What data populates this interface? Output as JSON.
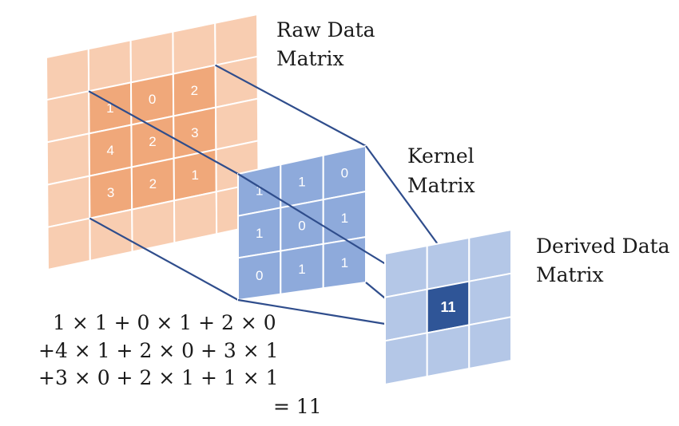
{
  "labels": {
    "raw_line1": "Raw Data",
    "raw_line2": "Matrix",
    "kernel_line1": "Kernel",
    "kernel_line2": "Matrix",
    "derived_line1": "Derived Data",
    "derived_line2": "Matrix"
  },
  "raw_matrix": {
    "grid_size": 5,
    "highlight": [
      [
        "1",
        "0",
        "2"
      ],
      [
        "4",
        "2",
        "3"
      ],
      [
        "3",
        "2",
        "1"
      ]
    ]
  },
  "kernel_matrix": [
    [
      "1",
      "1",
      "0"
    ],
    [
      "1",
      "0",
      "1"
    ],
    [
      "0",
      "1",
      "1"
    ]
  ],
  "derived_matrix": {
    "grid_size": 3,
    "center_value": "11"
  },
  "equation": {
    "line1": "1 × 1 + 0 × 1 + 2 × 0",
    "line2": "+4 × 1 + 2 × 0 + 3 × 1",
    "line3": "+3 × 0 + 2 × 1 + 1 × 1",
    "result": "= 11"
  },
  "colors": {
    "raw_light": "#f8cdb1",
    "raw_dark": "#f0a87a",
    "kernel": "#8eaadb",
    "derived_light": "#b4c7e7",
    "derived_dark": "#2f5597",
    "connector": "#2f4d8c"
  }
}
